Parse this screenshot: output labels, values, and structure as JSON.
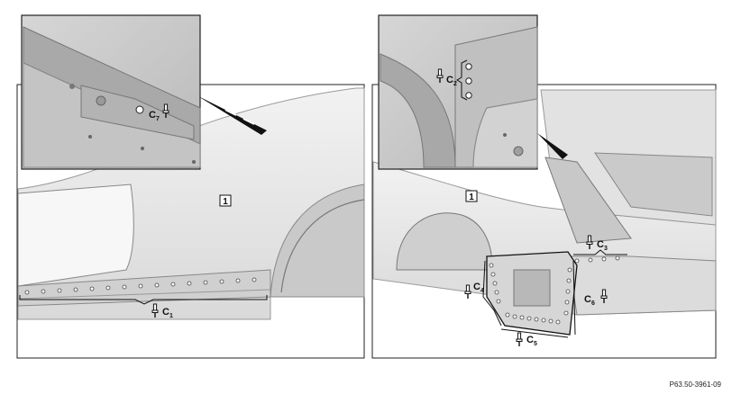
{
  "left_panel": {
    "part_number": "1",
    "callouts": [
      {
        "letter": "C",
        "sub": "7"
      },
      {
        "letter": "C",
        "sub": "1"
      }
    ]
  },
  "right_panel": {
    "part_number": "1",
    "callouts": [
      {
        "letter": "C",
        "sub": "2"
      },
      {
        "letter": "C",
        "sub": "3"
      },
      {
        "letter": "C",
        "sub": "4"
      },
      {
        "letter": "C",
        "sub": "5"
      },
      {
        "letter": "C",
        "sub": "6"
      }
    ]
  },
  "figure_reference": "P63.50-3961-09"
}
